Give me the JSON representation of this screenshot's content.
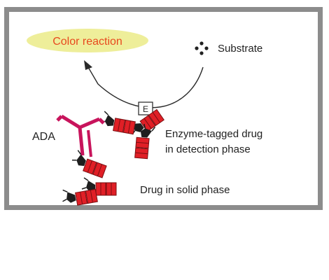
{
  "labels": {
    "color_reaction": "Color reaction",
    "substrate": "Substrate",
    "ada": "ADA",
    "enzyme_line1": "Enzyme-tagged drug",
    "enzyme_line2": "in detection phase",
    "drug_solid": "Drug in solid phase",
    "enzyme_tag": "E"
  },
  "colors": {
    "frame": "#8c8c8c",
    "panel": "#ffffff",
    "ellipse": "#eeee9a",
    "color_reaction_text": "#e8491e",
    "drug_red": "#e01f26",
    "drug_dark": "#7a0f12",
    "antibody": "#c8145c",
    "clamp": "#1e1e1e",
    "arrow": "#2a2a2a",
    "text": "#222222"
  }
}
